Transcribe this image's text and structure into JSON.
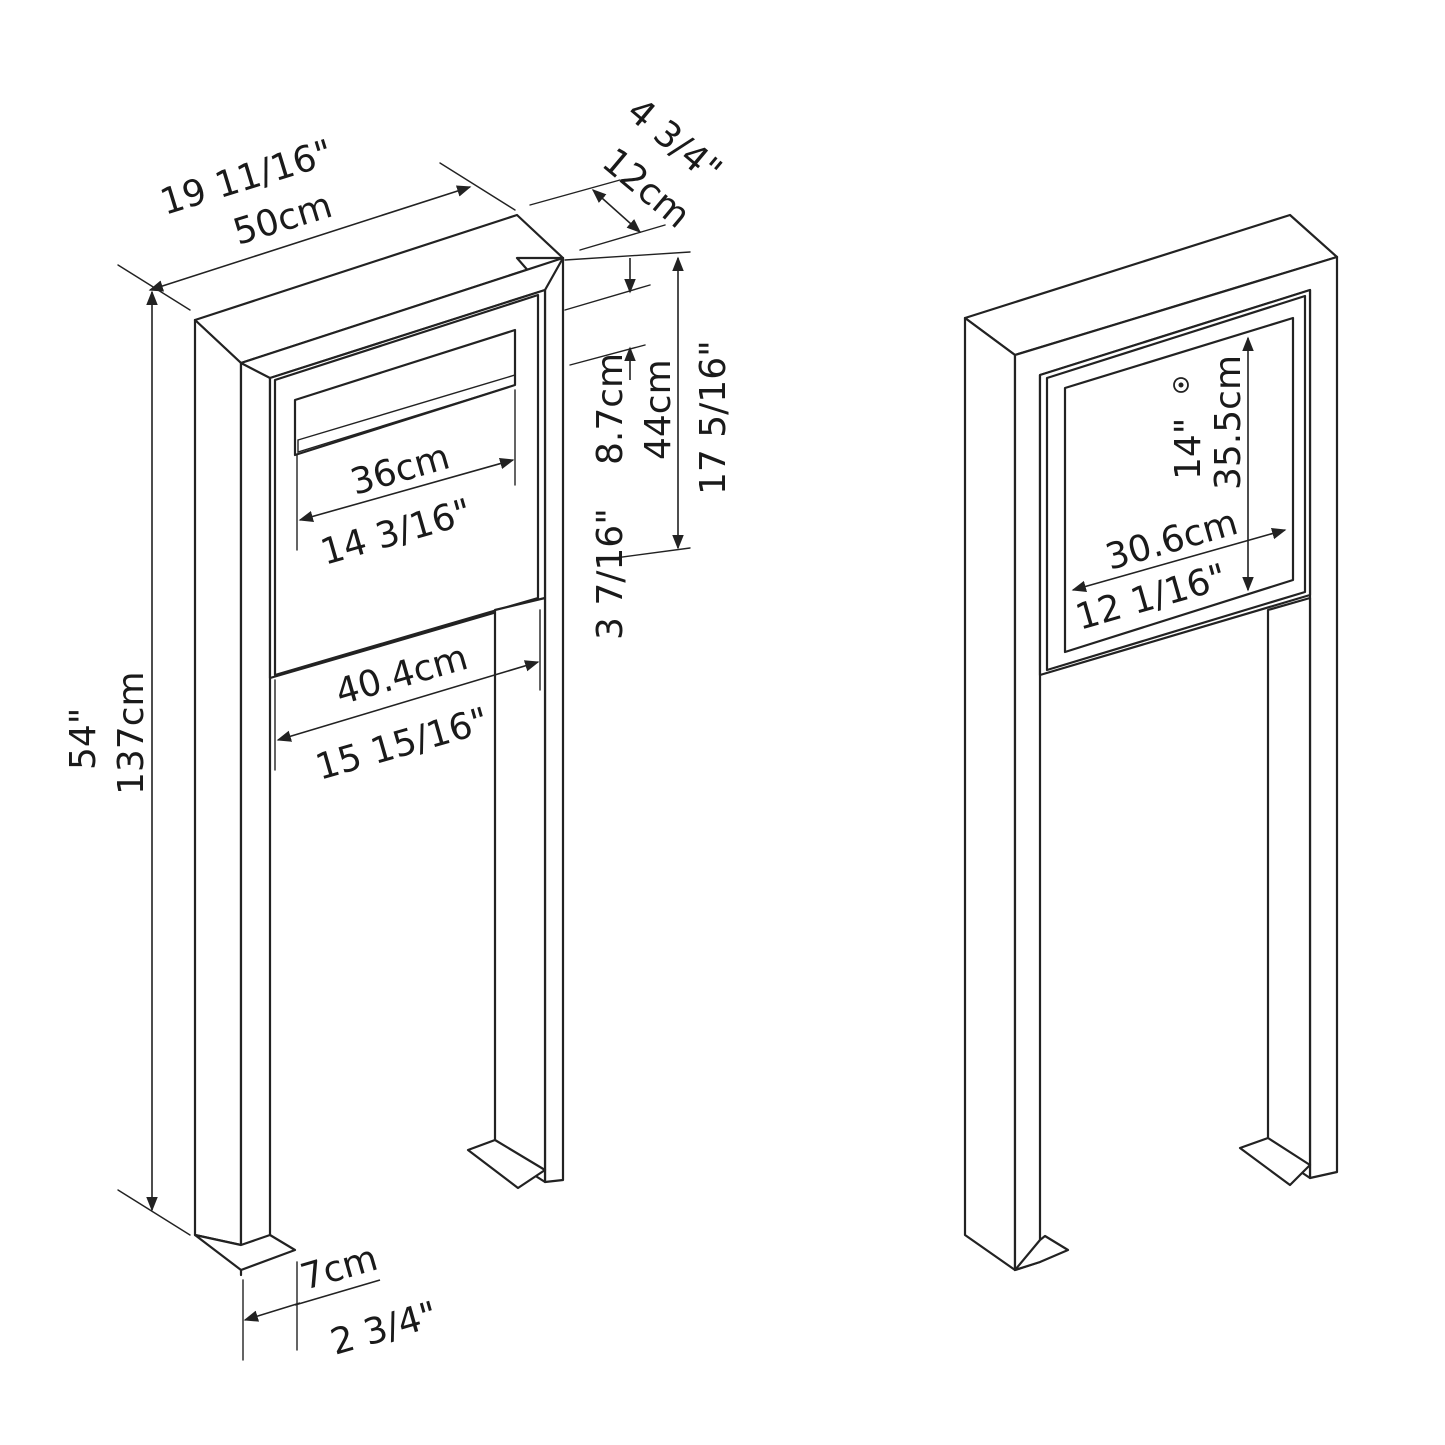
{
  "colors": {
    "line": "#222222",
    "background": "#ffffff",
    "text": "#1a1a1a"
  },
  "front_view": {
    "width_in": "19  11/16\"",
    "width_cm": "50cm",
    "depth_in": "4  3/4\"",
    "depth_cm": "12cm",
    "slot_in": "3  7/16\"",
    "slot_cm": "8.7cm",
    "box_height_cm": "44cm",
    "box_height_in": "17  5/16\"",
    "slot_width_cm": "36cm",
    "slot_width_in": "14  3/16\"",
    "door_width_cm": "40.4cm",
    "door_width_in": "15  15/16\"",
    "total_height_in": "54\"",
    "total_height_cm": "137cm",
    "post_width_cm": "7cm",
    "post_width_in": "2  3/4\""
  },
  "back_view": {
    "door_height_in": "14\"",
    "door_height_cm": "35.5cm",
    "door_width_cm": "30.6cm",
    "door_width_in": "12 1/16\""
  }
}
